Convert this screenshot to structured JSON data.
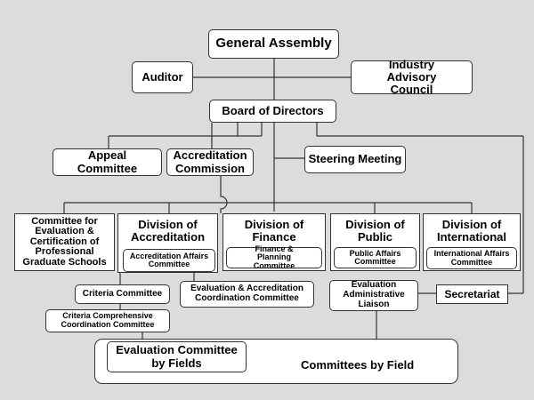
{
  "org": {
    "general_assembly": "General Assembly",
    "auditor": "Auditor",
    "industry_advisory_council": "Industry Advisory Council",
    "board_of_directors": "Board of Directors",
    "appeal_committee": "Appeal Committee",
    "accreditation_commission": "Accreditation Commission",
    "steering_meeting": "Steering Meeting",
    "committee_professional_schools": "Committee for Evaluation & Certification of Professional Graduate Schools",
    "division_accreditation": "Division of Accreditation",
    "accreditation_affairs_committee": "Accreditation Affairs Committee",
    "division_finance": "Division of Finance",
    "finance_planning_committee": "Finance & Planning Committee",
    "division_public": "Division of Public",
    "public_affairs_committee": "Public Affairs Committee",
    "division_international": "Division of International",
    "international_affairs_committee": "International Affairs Committee",
    "criteria_committee": "Criteria Committee",
    "criteria_comprehensive_committee": "Criteria Comprehensive Coordination Committee",
    "evaluation_accreditation_committee": "Evaluation & Accreditation Coordination Committee",
    "evaluation_administrative_liaison": "Evaluation Administrative Liaison",
    "secretariat": "Secretariat",
    "evaluation_committee_by_fields": "Evaluation Committee by Fields",
    "committees_by_field": "Committees by Field"
  },
  "colors": {
    "background": "#dcdcdc",
    "box_fill": "#ffffff",
    "line": "#333333"
  }
}
